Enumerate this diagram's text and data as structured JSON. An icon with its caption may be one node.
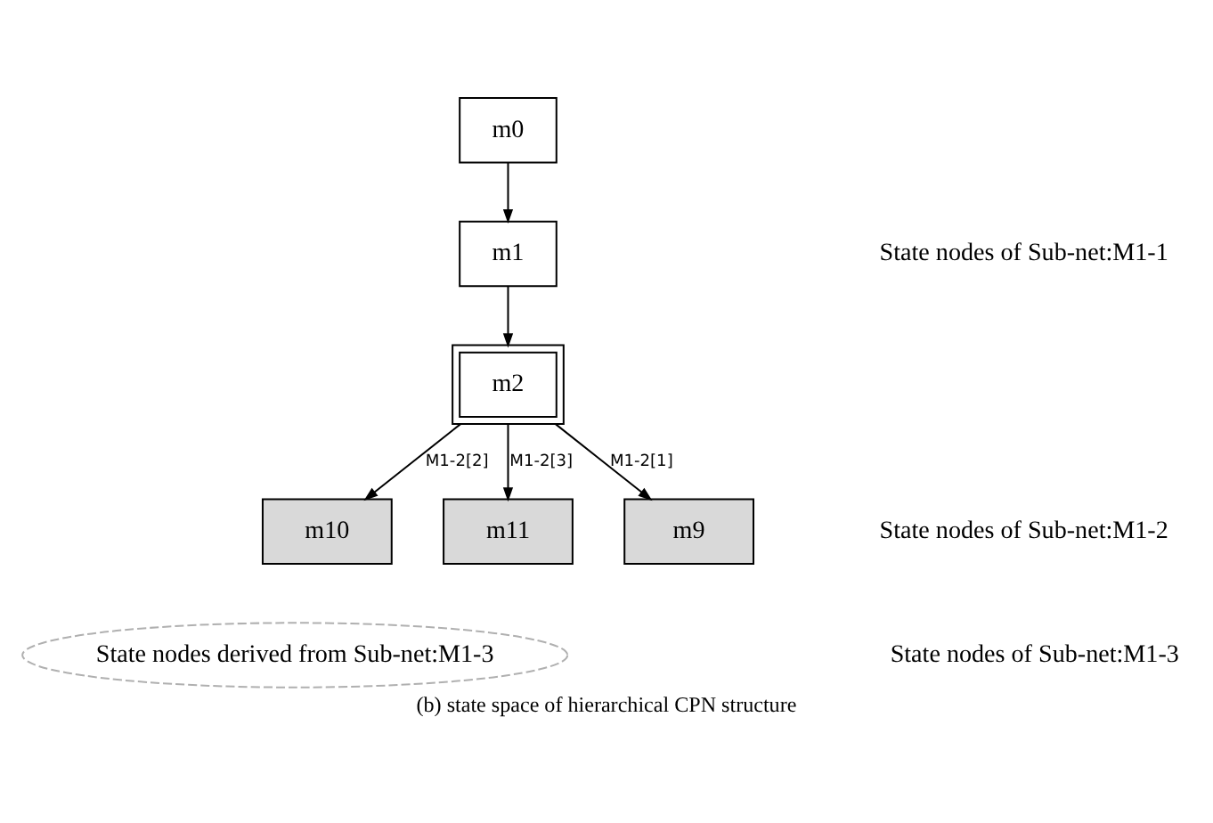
{
  "diagram": {
    "caption": "(b) state space of hierarchical CPN structure",
    "nodes": [
      {
        "text": [
          "m0"
        ]
      },
      {
        "text": [
          "m1"
        ]
      },
      {
        "text": [
          "m2"
        ]
      },
      {
        "text": [
          "m9"
        ]
      },
      {
        "text": [
          "m10"
        ]
      },
      {
        "text": [
          "m11"
        ]
      },
      {
        "text": [
          "State nodes derived from Sub-net:M1-3"
        ]
      }
    ],
    "edges": [
      {
        "from": 0,
        "to": 1,
        "arrow": "to"
      },
      {
        "from": 1,
        "to": 2,
        "arrow": "to"
      },
      {
        "from": 2,
        "to": 3,
        "arrow": "to",
        "label": "M1-2[1]"
      },
      {
        "from": 2,
        "to": 4,
        "arrow": "to",
        "label": "M1-2[2]"
      },
      {
        "from": 2,
        "to": 5,
        "arrow": "to",
        "label": "M1-2[3]"
      }
    ],
    "labels": [
      "State nodes of Sub-net:M1-1",
      "State nodes of Sub-net:M1-2",
      "State nodes of Sub-net:M1-3"
    ]
  }
}
